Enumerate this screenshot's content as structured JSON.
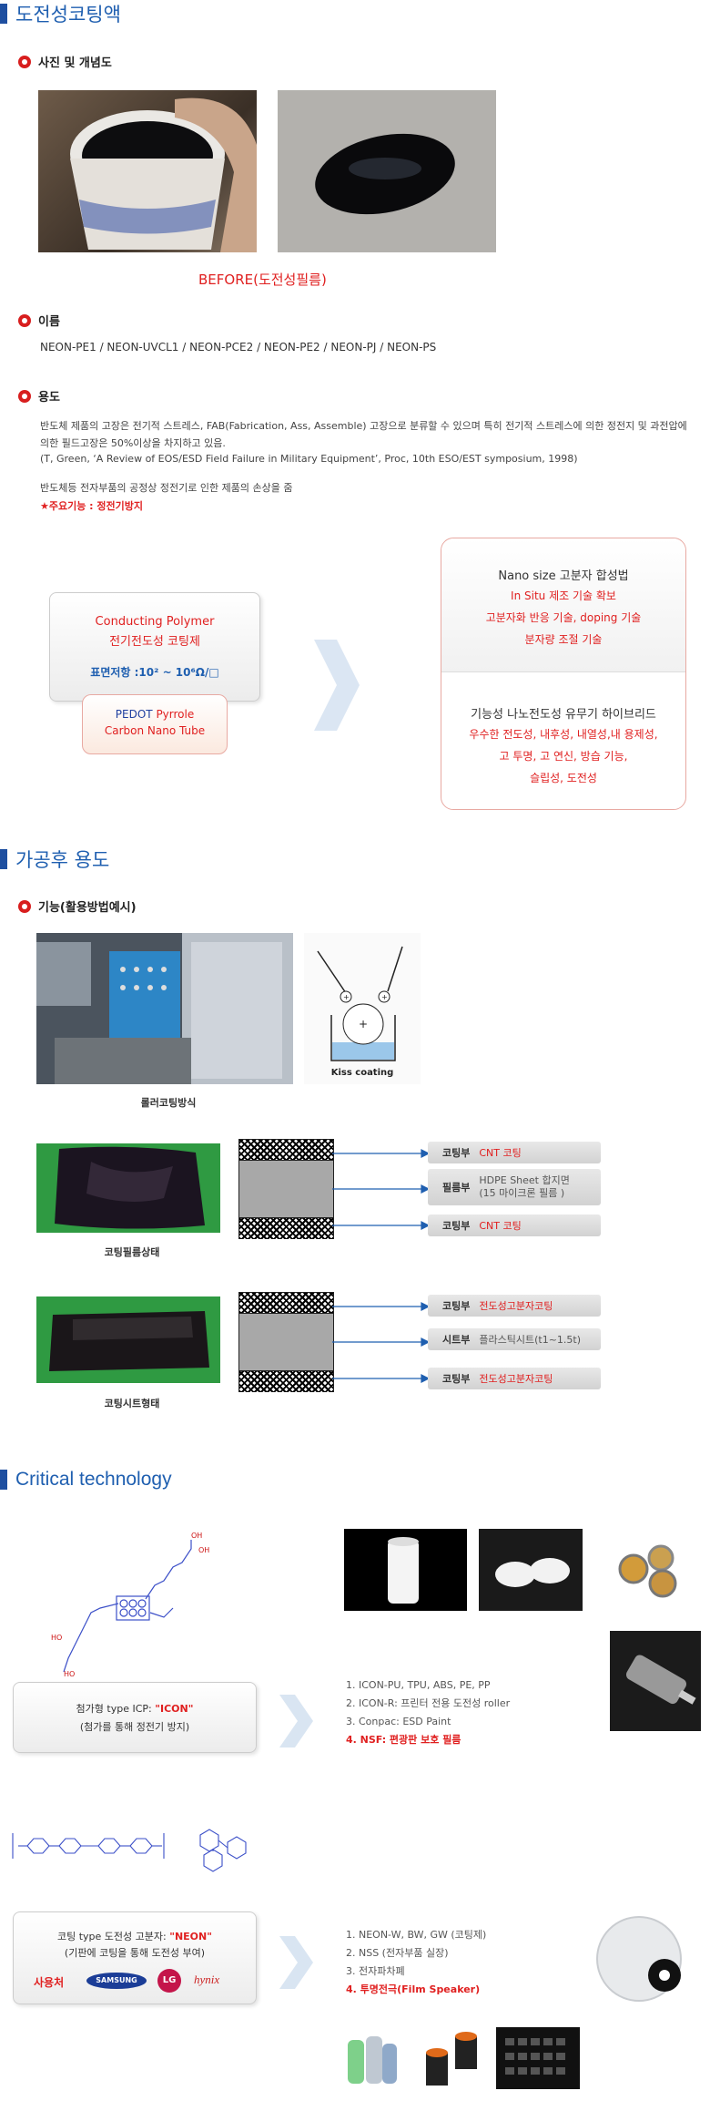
{
  "sec1": {
    "title": "도전성코팅액",
    "photo_head": "사진 및 개념도",
    "before_label": "BEFORE(도전성필름)",
    "name_head": "이름",
    "names": "NEON-PE1 / NEON-UVCL1 / NEON-PCE2 / NEON-PE2 / NEON-PJ / NEON-PS",
    "use_head": "용도",
    "use_p1": "반도체 제품의 고장은 전기적 스트레스, FAB(Fabrication, Ass, Assemble) 고장으로 분류할 수 있으며 특히 전기적 스트레스에 의한 정전지 및 과전압에 의한 필드고장은 50%이상을 차지하고 있음.",
    "use_p2": "(T, Green,  ‘A Review of EOS/ESD Field Failure in Military Equipment’, Proc, 10th ESO/EST symposium, 1998)",
    "use_p3": "반도체등 전자부품의 공정상 정전기로 인한 제품의 손상을 줌",
    "use_p4": "★주요기능 : 정전기방지"
  },
  "diagram": {
    "cp_line1": "Conducting  Polymer",
    "cp_line2": "전기전도성  코팅제",
    "resistance": "표면저항 :10² ~ 10⁶Ω/□",
    "pedot": "PEDOT",
    "pyrrole": "Pyrrole",
    "cnt": "Carbon Nano Tube",
    "box1": [
      "Nano size 고분자 합성법",
      "In Situ 제조 기술 확보",
      "고분자화 반응 기술, doping 기술",
      "분자량 조절 기술"
    ],
    "box2": [
      "기능성 나노전도성 유무기 하이브리드",
      "우수한 전도성, 내후성, 내열성,내 용제성,",
      "고 투명, 고 연신, 방습 기능,",
      "슬립성, 도전성"
    ]
  },
  "sec2": {
    "title": "가공후 용도",
    "func_head": "기능(활용방법예시)",
    "kiss": "Kiss coating",
    "roller_caption": "롤러코팅방식",
    "film_caption": "코팅필름상태",
    "sheet_caption": "코팅시트형태",
    "film_rows": [
      {
        "k": "코팅부",
        "v": "CNT 코팅",
        "red": true
      },
      {
        "k": "필름부",
        "v": "HDPE Sheet 합지면",
        "v2": "(15 마이크론 필름 )",
        "red": false
      },
      {
        "k": "코팅부",
        "v": "CNT 코팅",
        "red": true
      }
    ],
    "sheet_rows": [
      {
        "k": "코팅부",
        "v": "전도성고분자코팅",
        "red": true
      },
      {
        "k": "시트부",
        "v": "플라스틱시트(t1~1.5t)",
        "red": false
      },
      {
        "k": "코팅부",
        "v": "전도성고분자코팅",
        "red": true
      }
    ]
  },
  "sec3": {
    "title": "Critical technology",
    "icp_line1_a": "첨가형 type ICP:",
    "icp_line1_b": "\"ICON\"",
    "icp_line2": "(첨가를 통해 정전기 방지)",
    "icp_list": [
      "1. ICON-PU, TPU, ABS, PE, PP",
      "2. ICON-R: 프린터 전용 도전성 roller",
      "3. Conpac: ESD Paint",
      "4. NSF: 편광판 보호 필름"
    ],
    "neon_line1_a": "코팅 type 도전성 고분자:",
    "neon_line1_b": "\"NEON\"",
    "neon_line2": "(기판에 코팅을 통해 도전성 부여)",
    "users_label": "사용처",
    "logo_samsung": "SAMSUNG",
    "logo_lg": "LG",
    "logo_hynix": "hynix",
    "neon_list": [
      "1. NEON-W, BW, GW (코팅제)",
      "2. NSS (전자부품 실장)",
      "3. 전자파차폐",
      "4. 투명전극(Film Speaker)"
    ],
    "chem_labels": [
      "OH",
      "OH",
      "HO",
      "HO"
    ]
  },
  "colors": {
    "accent": "#1f5fb0",
    "red": "#e02020"
  }
}
